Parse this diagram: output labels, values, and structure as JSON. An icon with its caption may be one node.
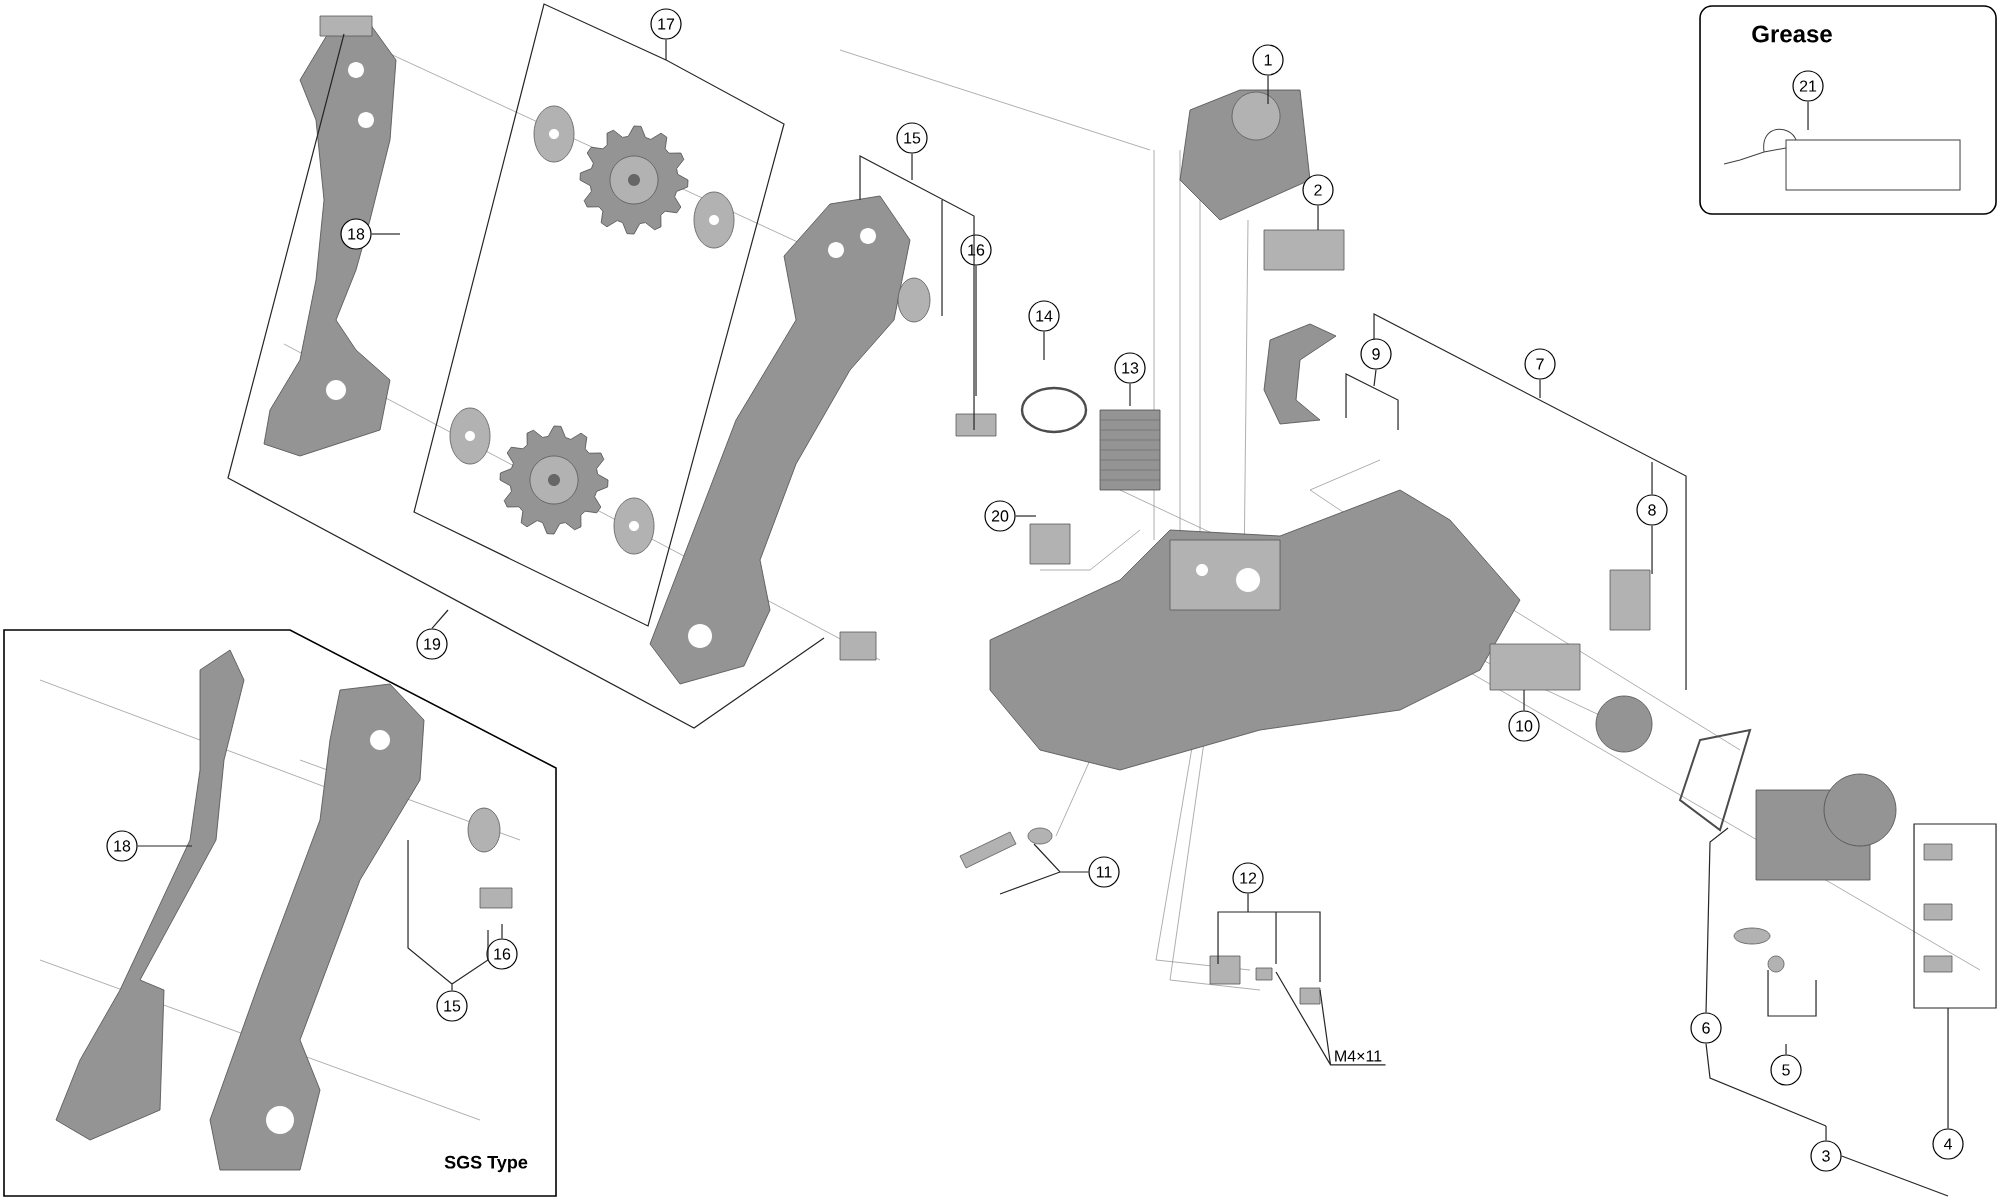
{
  "diagram": {
    "nodes": [
      {
        "text": [
          "Grease"
        ]
      },
      {
        "text": [
          "21"
        ],
        "in": 0
      },
      {
        "text": [
          "SGS Type"
        ]
      },
      {
        "text": [
          "18"
        ],
        "in": 2
      },
      {
        "text": [
          "16"
        ],
        "in": 2
      },
      {
        "text": [
          "15"
        ],
        "in": 2
      },
      {
        "text": [
          "17"
        ]
      },
      {
        "text": [
          "18"
        ]
      },
      {
        "text": [
          "19"
        ]
      },
      {
        "text": [
          "15"
        ]
      },
      {
        "text": [
          "16"
        ]
      },
      {
        "text": [
          "1"
        ]
      },
      {
        "text": [
          "2"
        ]
      },
      {
        "text": [
          "14"
        ]
      },
      {
        "text": [
          "13"
        ]
      },
      {
        "text": [
          "9"
        ]
      },
      {
        "text": [
          "7"
        ]
      },
      {
        "text": [
          "20"
        ]
      },
      {
        "text": [
          "8"
        ]
      },
      {
        "text": [
          "10"
        ]
      },
      {
        "text": [
          "11"
        ]
      },
      {
        "text": [
          "12"
        ]
      },
      {
        "text": [
          "M4×11"
        ]
      },
      {
        "text": [
          "6"
        ]
      },
      {
        "text": [
          "5"
        ]
      },
      {
        "text": [
          "4"
        ]
      },
      {
        "text": [
          "3"
        ]
      }
    ],
    "edges": [
      {
        "from": 1,
        "to": null,
        "arrow": "none"
      },
      {
        "from": 3,
        "to": null,
        "arrow": "none"
      },
      {
        "from": 4,
        "to": null,
        "arrow": "none"
      },
      {
        "from": 5,
        "to": null,
        "arrow": "none"
      },
      {
        "from": 6,
        "to": null,
        "arrow": "none"
      },
      {
        "from": 7,
        "to": null,
        "arrow": "none"
      },
      {
        "from": 8,
        "to": null,
        "arrow": "none"
      },
      {
        "from": 9,
        "to": null,
        "arrow": "none"
      },
      {
        "from": 10,
        "to": null,
        "arrow": "none"
      },
      {
        "from": 11,
        "to": null,
        "arrow": "none"
      },
      {
        "from": 12,
        "to": null,
        "arrow": "none"
      },
      {
        "from": 13,
        "to": null,
        "arrow": "none"
      },
      {
        "from": 14,
        "to": null,
        "arrow": "none"
      },
      {
        "from": 15,
        "to": null,
        "arrow": "none"
      },
      {
        "from": 16,
        "to": null,
        "arrow": "none"
      },
      {
        "from": 17,
        "to": null,
        "arrow": "none"
      },
      {
        "from": 18,
        "to": null,
        "arrow": "none"
      },
      {
        "from": 19,
        "to": null,
        "arrow": "none"
      },
      {
        "from": 20,
        "to": null,
        "arrow": "none"
      },
      {
        "from": 21,
        "to": null,
        "arrow": "none"
      },
      {
        "from": 22,
        "to": null,
        "arrow": "none"
      },
      {
        "from": 23,
        "to": null,
        "arrow": "none"
      },
      {
        "from": 24,
        "to": null,
        "arrow": "none"
      },
      {
        "from": 25,
        "to": null,
        "arrow": "none"
      },
      {
        "from": 26,
        "to": null,
        "arrow": "none"
      }
    ]
  }
}
